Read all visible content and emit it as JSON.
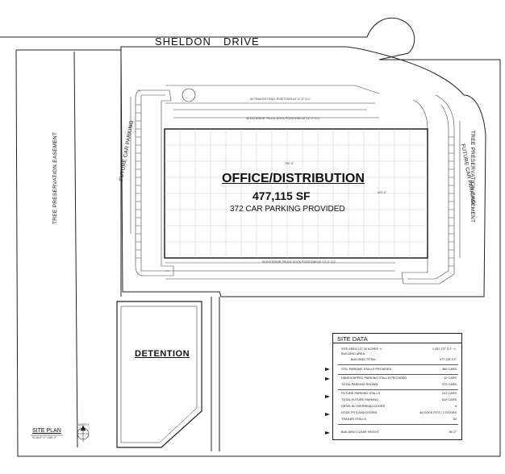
{
  "road": {
    "name_1": "SHELDON",
    "name_2": "DRIVE"
  },
  "building": {
    "title": "OFFICE/DISTRIBUTION",
    "area": "477,115 SF",
    "parking": "372 CAR PARKING PROVIDED",
    "note_top_stalls": "52 TRAILER STALL POSITIONS AT 11'-0\" O.C.",
    "note_top_docks": "50 EXTERIOR TRUCK DOCK POSITIONS AT 12'-0\" O.C.",
    "note_bottom_docks": "50 EXTERIOR TRUCK DOCK POSITIONS AT 12'-0\" O.C.",
    "dim_width": "750'-0\"",
    "dim_depth": "620'-0\""
  },
  "easement": {
    "left": "TREE PRESERVATION EASEMENT",
    "right": "TREE PRESERVATION EASEMENT"
  },
  "future_parking": {
    "left": "FUTURE CAR PARKING",
    "right": "FUTURE CAR PARKING"
  },
  "detention": {
    "label": "DETENTION"
  },
  "title_block": {
    "label": "SITE PLAN",
    "scale": "SCALE: 1\"=150'-0\"",
    "north": "NORTH"
  },
  "site_data": {
    "title": "SITE DATA",
    "rows": [
      {
        "label": "SITE AREA 127.32 ACRES +/-",
        "value": "1,057,727 S.F. +/-"
      },
      {
        "label": "BUILDING AREA",
        "value": ""
      },
      {
        "label": "BUILDING TOTAL",
        "value": "477,115 S.F."
      },
      {
        "label": "STD. PARKING STALLS PROVIDED",
        "value": "360 CARS"
      },
      {
        "label": "HANDICAPPED PARKING STALLS PROVIDED",
        "value": "12 CARS"
      },
      {
        "label": "TOTAL PARKING SHOWN",
        "value": "372 CARS"
      },
      {
        "label": "FUTURE PARKING STALLS",
        "value": "247 CARS"
      },
      {
        "label": "TOTAL FUTURE PARKING",
        "value": "619 CARS"
      },
      {
        "label": "DRIVE-IN OVERHEAD DOORS",
        "value": "4"
      },
      {
        "label": "DOCK PITS AND DOORS",
        "value": "40 DOCK PITS / 2 DOORS"
      },
      {
        "label": "TRAILER STALLS",
        "value": "52"
      },
      {
        "label": "BUILDING CLEAR HEIGHT",
        "value": "36'-0\""
      }
    ]
  }
}
